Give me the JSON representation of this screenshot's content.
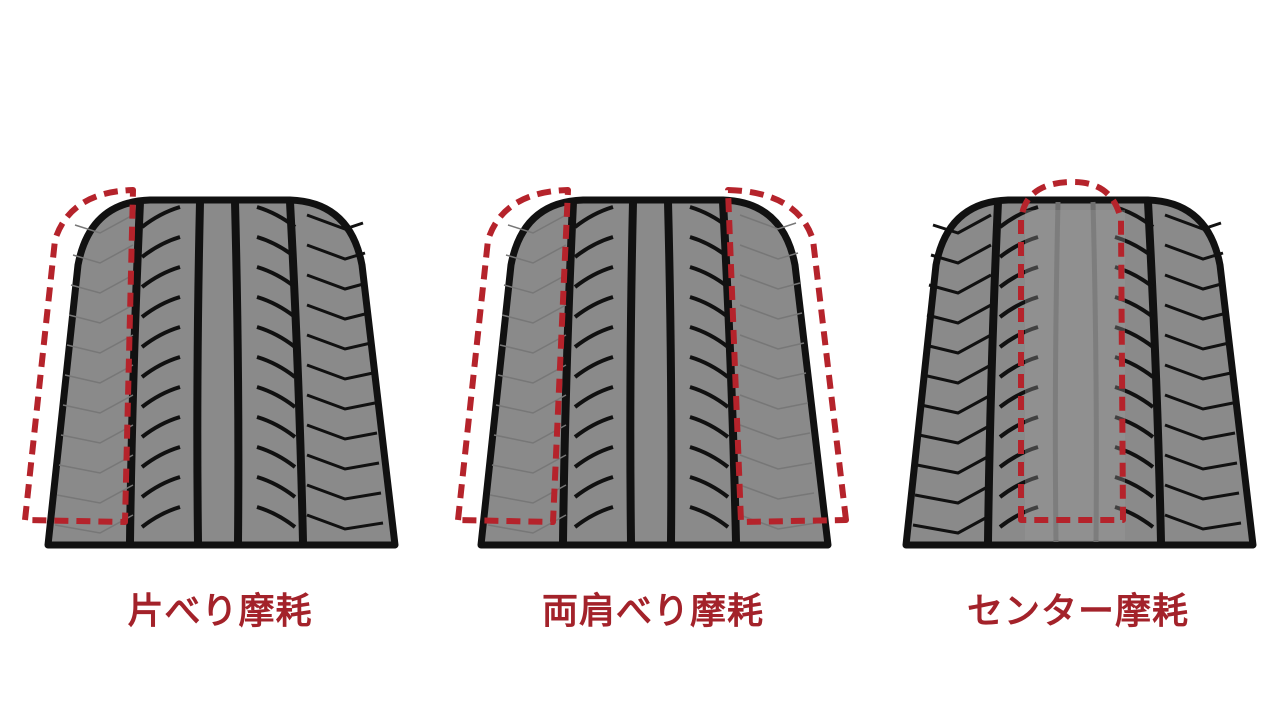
{
  "colors": {
    "tire": "#8a8a8a",
    "outline": "#111111",
    "wear_marker": "#b5232b",
    "label": "#a3222a",
    "worn": "#9a9a9a"
  },
  "tires": [
    {
      "label": "片べり摩耗",
      "wear": "one-side"
    },
    {
      "label": "両肩べり摩耗",
      "wear": "both-shoulders"
    },
    {
      "label": "センター摩耗",
      "wear": "center"
    }
  ]
}
